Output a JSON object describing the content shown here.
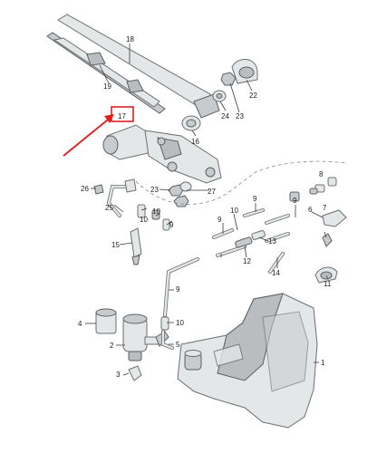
{
  "callouts": {
    "c1": "1",
    "c2": "2",
    "c3": "3",
    "c4": "4",
    "c5": "5",
    "c6": "6",
    "c7": "7",
    "c8": "8",
    "c9a": "9",
    "c9b": "9",
    "c9c": "9",
    "c9d": "9",
    "c9e": "9",
    "c10a": "10",
    "c10b": "10",
    "c10c": "10",
    "c11": "11",
    "c12": "12",
    "c13": "13",
    "c14": "14",
    "c15": "15",
    "c16": "16",
    "c17": "17",
    "c18": "18",
    "c19": "19",
    "c22": "22",
    "c23": "23",
    "c24": "24",
    "c25": "25",
    "c26": "26",
    "c27": "27"
  },
  "highlight": {
    "color": "#e02020",
    "target": "17"
  }
}
